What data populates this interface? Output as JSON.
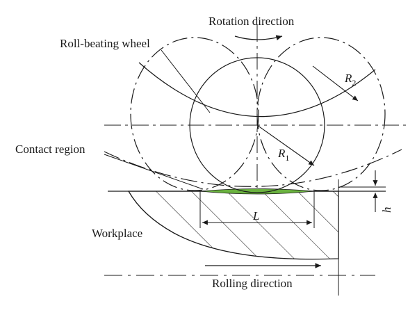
{
  "diagram": {
    "labels": {
      "rotation_direction": "Rotation direction",
      "roll_beating_wheel": "Roll-beating wheel",
      "contact_region": "Contact region",
      "workplace": "Workplace",
      "rolling_direction": "Rolling direction",
      "r1_letter": "R",
      "r1_sub": "1",
      "r2_letter": "R",
      "r2_sub": "2",
      "length": "L",
      "depth": "h"
    },
    "colors": {
      "line": "#1a1a1a",
      "contact_fill": "#6ab23f",
      "background": "#ffffff"
    }
  }
}
